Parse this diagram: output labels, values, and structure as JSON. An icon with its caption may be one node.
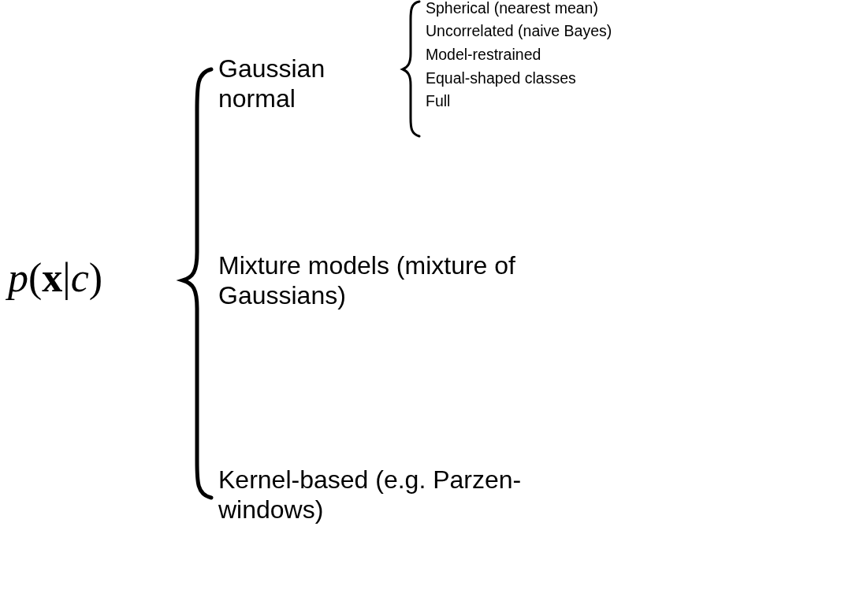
{
  "diagram": {
    "labels": [
      "*p*(**x**|*c*)",
      "Gaussian normal",
      "Spherical (nearest mean)",
      "Uncorrelated (naive Bayes)",
      "Model-restrained",
      "Equal-shaped classes",
      "Full",
      "Mixture models (mixture of Gaussians)",
      "Kernel-based (e.g. Parzen-windows)"
    ]
  }
}
